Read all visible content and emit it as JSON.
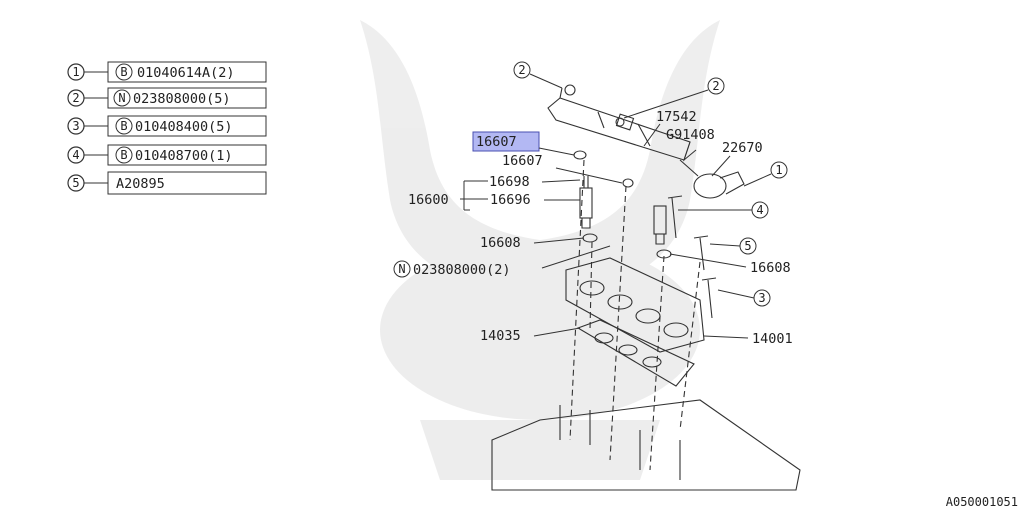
{
  "legend": [
    {
      "num": "1",
      "prefix": "B",
      "code": "01040614A(2)"
    },
    {
      "num": "2",
      "prefix": "N",
      "code": "023808000(5)"
    },
    {
      "num": "3",
      "prefix": "B",
      "code": "010408400(5)"
    },
    {
      "num": "4",
      "prefix": "B",
      "code": "010408700(1)"
    },
    {
      "num": "5",
      "prefix": "",
      "code": "A20895"
    }
  ],
  "callouts": {
    "c1": "2",
    "c2": "2",
    "c3": "17542",
    "c4": "G91408",
    "c5": "22670",
    "c6": "1",
    "c7": "16607",
    "c8": "16607",
    "c9": "16698",
    "c10": "16600",
    "c11": "16696",
    "c12": "4",
    "c13": "5",
    "c14": "16608",
    "c15": "N",
    "c16": "023808000(2)",
    "c17": "16608",
    "c18": "3",
    "c19": "14035",
    "c20": "14001"
  },
  "diagram_id": "A050001051",
  "colors": {
    "highlight": "#b3b8f3",
    "highlight_border": "#4a4fb0",
    "watermark": "#ececec",
    "line": "#333333"
  }
}
